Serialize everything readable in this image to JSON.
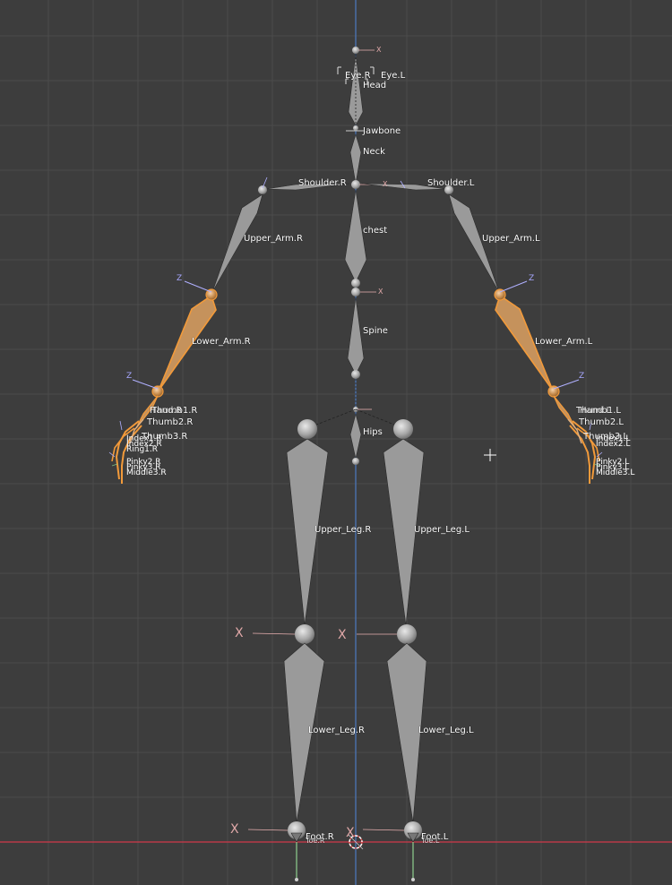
{
  "viewport": {
    "bones": {
      "eye_r": "Eye.R",
      "eye_l": "Eye.L",
      "head": "Head",
      "jawbone": "Jawbone",
      "neck": "Neck",
      "shoulder_r": "Shoulder.R",
      "shoulder_l": "Shoulder.L",
      "chest": "chest",
      "upper_arm_r": "Upper_Arm.R",
      "upper_arm_l": "Upper_Arm.L",
      "lower_arm_r": "Lower_Arm.R",
      "lower_arm_l": "Lower_Arm.L",
      "spine": "Spine",
      "hips": "Hips",
      "thumb2_r": "Thumb2.R",
      "thumb3_r": "Thumb3.R",
      "thumb2_l": "Thumb2.L",
      "upper_leg_r": "Upper_Leg.R",
      "upper_leg_l": "Upper_Leg.L",
      "lower_leg_r": "Lower_Leg.R",
      "lower_leg_l": "Lower_Leg.L",
      "foot_r": "Foot.R",
      "foot_l": "Foot.L",
      "toe_r": "Toe.R",
      "toe_l": "Toe.L"
    },
    "hand_r_overlap": [
      "Thumb1.R",
      "Hand.R",
      "Index1.R",
      "Index2.R",
      "Ring1.R",
      "Pinky2.R",
      "Pinky3.R",
      "Middle3.R"
    ],
    "hand_l_overlap": [
      "Thumb1.L",
      "Hand.L",
      "Thumb3.L",
      "Index1.L",
      "Index2.L",
      "Pinky2.L",
      "Pinky3.L",
      "Middle3.L"
    ],
    "axis_x": "X",
    "axis_z": "Z",
    "colors": {
      "background": "#3d3d3d",
      "grid": "#4a4a4a",
      "bone": "#9a9a9a",
      "selected": "#f29a3a",
      "x_axis_line": "#b83a48",
      "y_axis_line": "#4a6fa8"
    }
  }
}
